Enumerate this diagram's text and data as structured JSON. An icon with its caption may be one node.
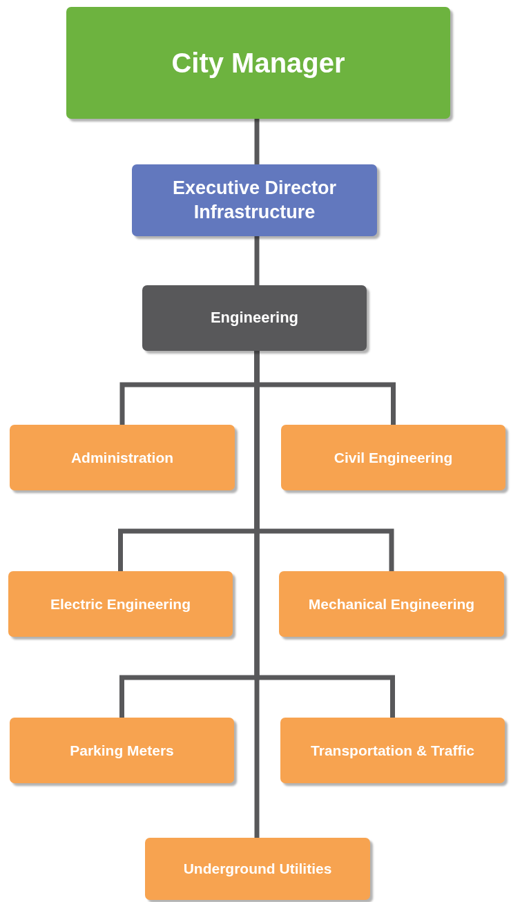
{
  "diagram": {
    "nodes": [
      {
        "text": [
          "City Manager"
        ]
      },
      {
        "text": [
          "Executive Director Infrastructure"
        ]
      },
      {
        "text": [
          "Engineering"
        ]
      },
      {
        "text": [
          "Administration"
        ]
      },
      {
        "text": [
          "Civil Engineering"
        ]
      },
      {
        "text": [
          "Electric Engineering"
        ]
      },
      {
        "text": [
          "Mechanical Engineering"
        ]
      },
      {
        "text": [
          "Parking Meters"
        ]
      },
      {
        "text": [
          "Transportation & Traffic"
        ]
      },
      {
        "text": [
          "Underground Utilities"
        ]
      }
    ],
    "edges": [
      {
        "from": 0,
        "to": 1,
        "arrow": "none"
      },
      {
        "from": 1,
        "to": 2,
        "arrow": "none"
      },
      {
        "from": 2,
        "to": 3,
        "arrow": "none"
      },
      {
        "from": 2,
        "to": 4,
        "arrow": "none"
      },
      {
        "from": 2,
        "to": 5,
        "arrow": "none"
      },
      {
        "from": 2,
        "to": 6,
        "arrow": "none"
      },
      {
        "from": 2,
        "to": 7,
        "arrow": "none"
      },
      {
        "from": 2,
        "to": 8,
        "arrow": "none"
      },
      {
        "from": 2,
        "to": 9,
        "arrow": "none"
      }
    ]
  }
}
